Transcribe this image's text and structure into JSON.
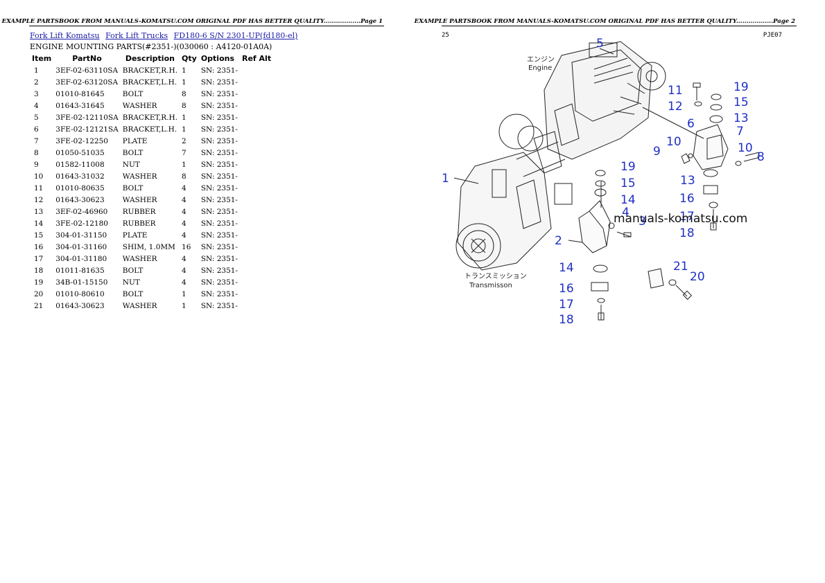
{
  "page1": {
    "header": "EXAMPLE PARTSBOOK FROM MANUALS-KOMATSU.COM ORIGINAL PDF HAS BETTER QUALITY..................Page 1",
    "breadcrumbs": [
      "Fork Lift Komatsu",
      "Fork Lift Trucks",
      "FD180-6 S/N 2301-UP(fd180-el)"
    ],
    "section_title": "ENGINE MOUNTING PARTS(#2351-)(030060 : A4120-01A0A)",
    "columns": [
      "Item",
      "PartNo",
      "Description",
      "Qty",
      "Options",
      "Ref Alt"
    ],
    "rows": [
      [
        "1",
        "3EF-02-63110SA",
        "BRACKET,R.H.",
        "1",
        "SN: 2351-",
        ""
      ],
      [
        "2",
        "3EF-02-63120SA",
        "BRACKET,L.H.",
        "1",
        "SN: 2351-",
        ""
      ],
      [
        "3",
        "01010-81645",
        "BOLT",
        "8",
        "SN: 2351-",
        ""
      ],
      [
        "4",
        "01643-31645",
        "WASHER",
        "8",
        "SN: 2351-",
        ""
      ],
      [
        "5",
        "3FE-02-12110SA",
        "BRACKET,R.H.",
        "1",
        "SN: 2351-",
        ""
      ],
      [
        "6",
        "3FE-02-12121SA",
        "BRACKET,L.H.",
        "1",
        "SN: 2351-",
        ""
      ],
      [
        "7",
        "3FE-02-12250",
        "PLATE",
        "2",
        "SN: 2351-",
        ""
      ],
      [
        "8",
        "01050-51035",
        "BOLT",
        "7",
        "SN: 2351-",
        ""
      ],
      [
        "9",
        "01582-11008",
        "NUT",
        "1",
        "SN: 2351-",
        ""
      ],
      [
        "10",
        "01643-31032",
        "WASHER",
        "8",
        "SN: 2351-",
        ""
      ],
      [
        "11",
        "01010-80635",
        "BOLT",
        "4",
        "SN: 2351-",
        ""
      ],
      [
        "12",
        "01643-30623",
        "WASHER",
        "4",
        "SN: 2351-",
        ""
      ],
      [
        "13",
        "3EF-02-46960",
        "RUBBER",
        "4",
        "SN: 2351-",
        ""
      ],
      [
        "14",
        "3FE-02-12180",
        "RUBBER",
        "4",
        "SN: 2351-",
        ""
      ],
      [
        "15",
        "304-01-31150",
        "PLATE",
        "4",
        "SN: 2351-",
        ""
      ],
      [
        "16",
        "304-01-31160",
        "SHIM, 1.0MM",
        "16",
        "SN: 2351-",
        ""
      ],
      [
        "17",
        "304-01-31180",
        "WASHER",
        "4",
        "SN: 2351-",
        ""
      ],
      [
        "18",
        "01011-81635",
        "BOLT",
        "4",
        "SN: 2351-",
        ""
      ],
      [
        "19",
        "34B-01-15150",
        "NUT",
        "4",
        "SN: 2351-",
        ""
      ],
      [
        "20",
        "01010-80610",
        "BOLT",
        "1",
        "SN: 2351-",
        ""
      ],
      [
        "21",
        "01643-30623",
        "WASHER",
        "1",
        "SN: 2351-",
        ""
      ]
    ]
  },
  "page2": {
    "header": "EXAMPLE PARTSBOOK FROM MANUALS-KOMATSU.COM ORIGINAL PDF HAS BETTER QUALITY..................Page 2",
    "page_code_left": "25",
    "page_code_right": "PJE07",
    "watermark": "manuals-komatsu.com",
    "label_engine_jp": "エンジン",
    "label_engine": "Engine",
    "label_transmission_jp": "トランスミッション",
    "label_transmission": "Transmisson",
    "callouts": [
      "1",
      "2",
      "4",
      "5",
      "6",
      "7",
      "8",
      "9",
      "10",
      "10",
      "11",
      "12",
      "13",
      "13",
      "14",
      "14",
      "15",
      "15",
      "16",
      "16",
      "17",
      "17",
      "18",
      "18",
      "19",
      "19",
      "20",
      "21",
      "3"
    ]
  }
}
